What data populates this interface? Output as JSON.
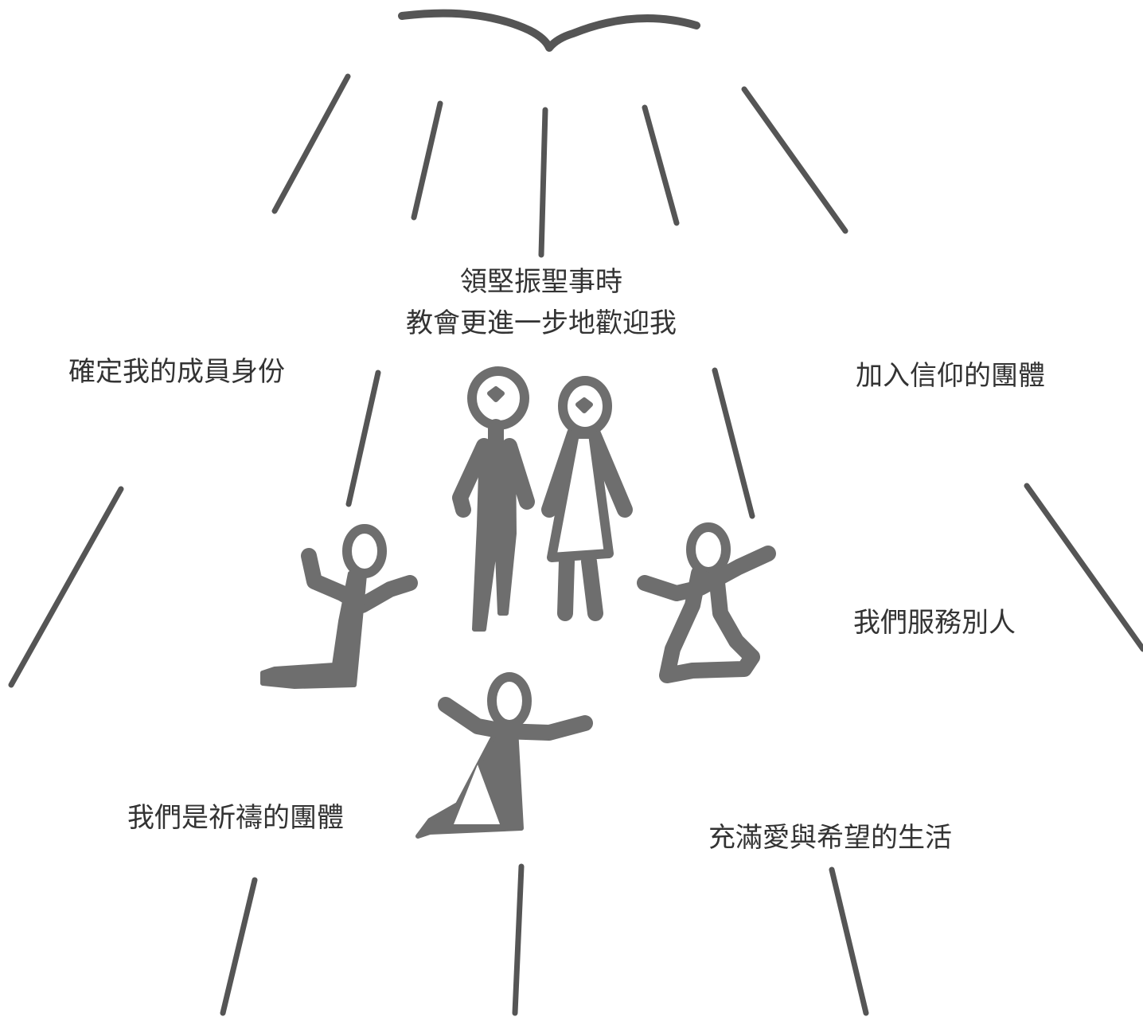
{
  "diagram": {
    "center_text": {
      "line1": "領堅振聖事時",
      "line2": "教會更進一步地歡迎我"
    },
    "labels": {
      "top_left": "確定我的成員身份",
      "top_right": "加入信仰的團體",
      "middle_right": "我們服務別人",
      "bottom_left": "我們是祈禱的團體",
      "bottom_right": "充滿愛與希望的生活"
    },
    "colors": {
      "stroke": "#555555",
      "figure": "#6e6e6e",
      "text": "#333333"
    },
    "icons": [
      "dove-icon",
      "person-icon"
    ]
  }
}
